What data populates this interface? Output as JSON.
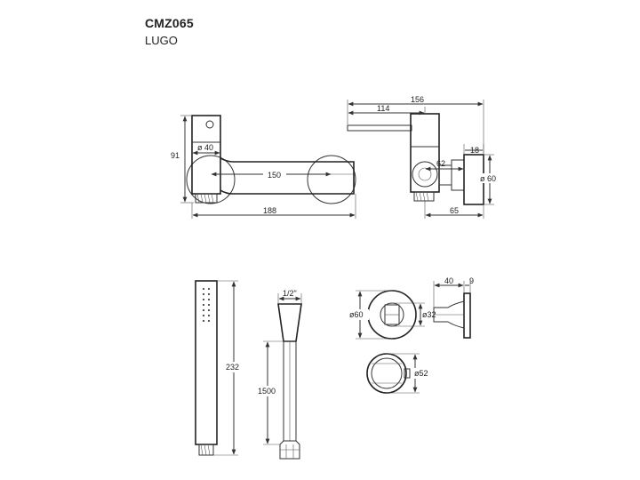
{
  "product": {
    "code": "CMZ065",
    "name": "LUGO"
  },
  "colors": {
    "line": "#333333",
    "background": "#ffffff"
  },
  "dimensions": {
    "front_height": "91",
    "front_diameter": "ø 40",
    "front_centers": "150",
    "front_width": "188",
    "side_total": "156",
    "side_lever": "114",
    "side_flange_depth": "18",
    "side_offset": "62",
    "side_flange_diameter": "ø 60",
    "side_projection": "65",
    "handshower_length": "232",
    "hose_thread": "1/2\"",
    "hose_length": "1500",
    "holder_depth": "40",
    "holder_thickness": "9",
    "holder_plate_diameter": "ø60",
    "holder_ring_diameter": "ø32",
    "cap_diameter": "ø52"
  }
}
